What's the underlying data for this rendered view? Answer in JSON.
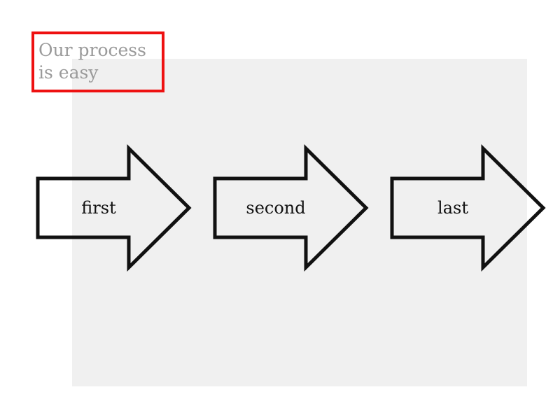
{
  "title": {
    "text": "Our process is easy",
    "color": "#9a9a9a",
    "frame_color": "#ee1111"
  },
  "panel": {
    "color": "#f0f0f0"
  },
  "steps": [
    {
      "label": "first",
      "shape": "right-arrow"
    },
    {
      "label": "second",
      "shape": "right-arrow"
    },
    {
      "label": "last",
      "shape": "right-arrow"
    }
  ],
  "arrow_style": {
    "stroke": "#111111",
    "fill": "none"
  }
}
